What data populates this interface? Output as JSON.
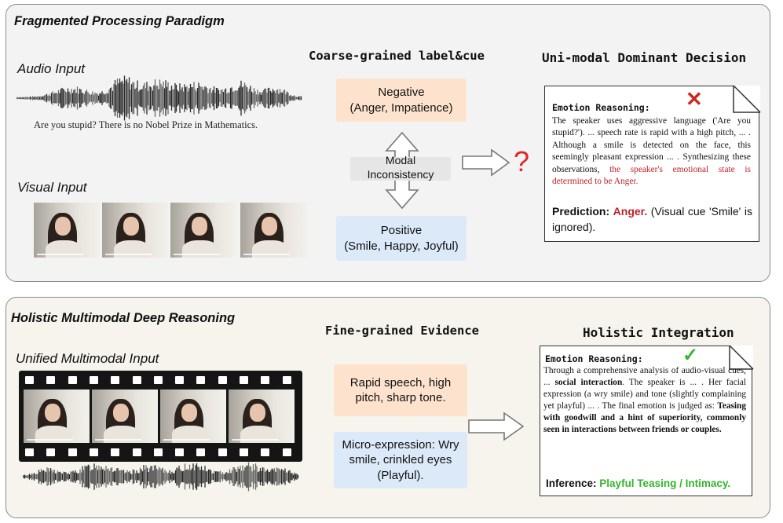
{
  "top": {
    "title": "Fragmented Processing Paradigm",
    "audio_label": "Audio Input",
    "audio_caption": "Are you stupid? There is no Nobel Prize in Mathematics.",
    "visual_label": "Visual Input",
    "coarse_title": "Coarse-grained label&cue",
    "negative_box": {
      "line1": "Negative",
      "line2": "(Anger, Impatience)"
    },
    "positive_box": {
      "line1": "Positive",
      "line2": "(Smile, Happy, Joyful)"
    },
    "modal_label": {
      "line1": "Modal",
      "line2": "Inconsistency"
    },
    "question_mark": "?",
    "decision_title": "Uni-modal Dominant Decision",
    "card": {
      "heading": "Emotion Reasoning:",
      "mark": "✕",
      "body": "The speaker uses aggressive language ('Are you stupid?'). ... speech rate is rapid with a high pitch, ... .  Although a smile is detected on the face, this seemingly pleasant expression ... . Synthesizing these observations,",
      "body_red": "the speaker's emotional state is determined to be Anger.",
      "prediction_label": "Prediction:",
      "prediction_value": "Anger.",
      "prediction_note": "(Visual cue 'Smile' is ignored)."
    }
  },
  "bottom": {
    "title": "Holistic Multimodal Deep Reasoning",
    "unified_label": "Unified Multimodal Input",
    "evidence_title": "Fine-grained Evidence",
    "audio_evidence": "Rapid speech, high pitch, sharp tone.",
    "visual_evidence": "Micro-expression: Wry smile, crinkled eyes (Playful).",
    "integration_title": "Holistic Integration",
    "card": {
      "heading": "Emotion Reasoning:",
      "mark": "✓",
      "body1": "Through a comprehensive analysis of audio-visual cues, ...",
      "body_bold1": "social interaction",
      "body2": ". The speaker is ... . Her facial expression (a wry smile) and tone (slightly complaining yet playful) ... . The final emotion is judged as:",
      "body_bold2": "Teasing with goodwill and a hint of superiority, commonly seen in interactions between friends or couples.",
      "inference_label": "Inference:",
      "inference_value": "Playful Teasing / Intimacy."
    }
  },
  "colors": {
    "orange_box": "#fde3cd",
    "blue_box": "#dce9f9",
    "red": "#c0202a",
    "green": "#33b52c",
    "cross_red": "#d0261f",
    "question_red": "#e0262a"
  }
}
